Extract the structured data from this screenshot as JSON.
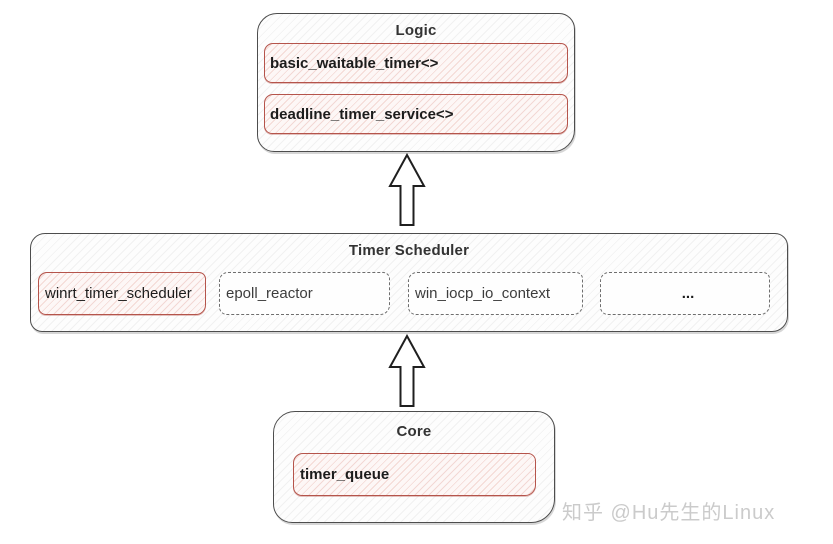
{
  "groups": {
    "logic": {
      "title": "Logic",
      "items": [
        {
          "label": "basic_waitable_timer<>"
        },
        {
          "label": "deadline_timer_service<>"
        }
      ]
    },
    "scheduler": {
      "title": "Timer Scheduler",
      "items": [
        {
          "label": "winrt_timer_scheduler"
        },
        {
          "label": "epoll_reactor"
        },
        {
          "label": "win_iocp_io_context"
        },
        {
          "label": "..."
        }
      ]
    },
    "core": {
      "title": "Core",
      "items": [
        {
          "label": "timer_queue"
        }
      ]
    }
  },
  "icons": {
    "arrow_core_to_scheduler": "up-arrow",
    "arrow_scheduler_to_logic": "up-arrow"
  },
  "colors": {
    "group_border": "#4d4d4d",
    "red_node_border": "#b5544b",
    "red_node_fill": "#fdf7f6",
    "dashed_node_border": "#6e6e6e",
    "title_text": "#333333",
    "label_text": "#1c1c1c",
    "watermark": "#cbcbcb"
  },
  "watermark": {
    "text": "知乎 @Hu先生的Linux"
  }
}
